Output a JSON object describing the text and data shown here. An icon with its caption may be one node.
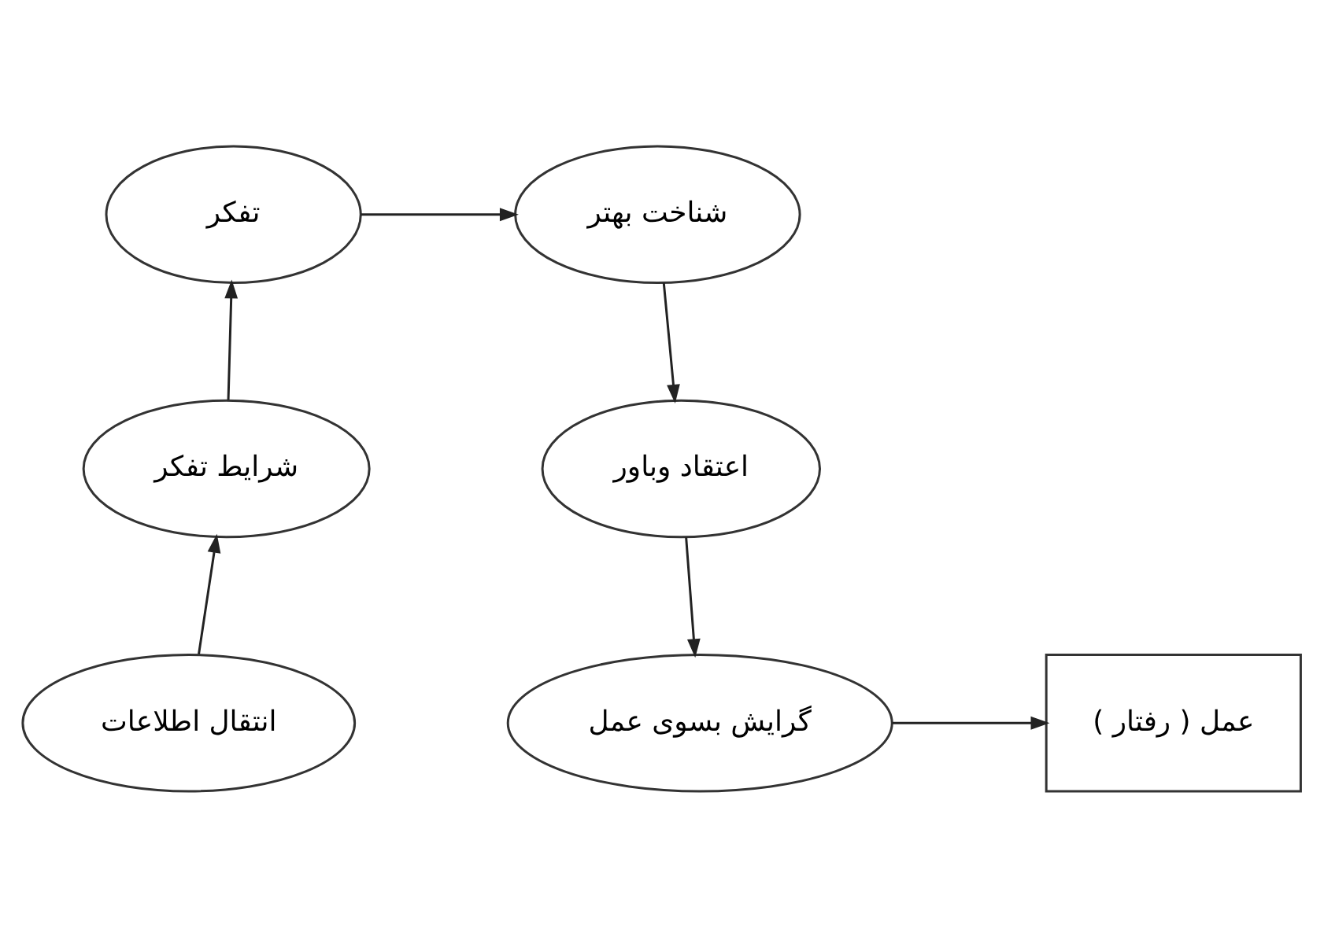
{
  "diagram": {
    "nodes": [
      {
        "text": [
          "تفکر"
        ]
      },
      {
        "text": [
          "شناخت بهتر"
        ]
      },
      {
        "text": [
          "شرایط تفکر"
        ]
      },
      {
        "text": [
          "اعتقاد وباور"
        ]
      },
      {
        "text": [
          "انتقال اطلاعات"
        ]
      },
      {
        "text": [
          "گرایش بسوی عمل"
        ]
      },
      {
        "text": [
          "عمل ( رفتار )"
        ]
      }
    ],
    "edges": [
      {
        "from": 0,
        "to": 1,
        "arrow": "to"
      },
      {
        "from": 1,
        "to": 3,
        "arrow": "to"
      },
      {
        "from": 3,
        "to": 5,
        "arrow": "to"
      },
      {
        "from": 5,
        "to": 6,
        "arrow": "to"
      },
      {
        "from": 2,
        "to": 0,
        "arrow": "to"
      },
      {
        "from": 4,
        "to": 2,
        "arrow": "to"
      }
    ]
  }
}
